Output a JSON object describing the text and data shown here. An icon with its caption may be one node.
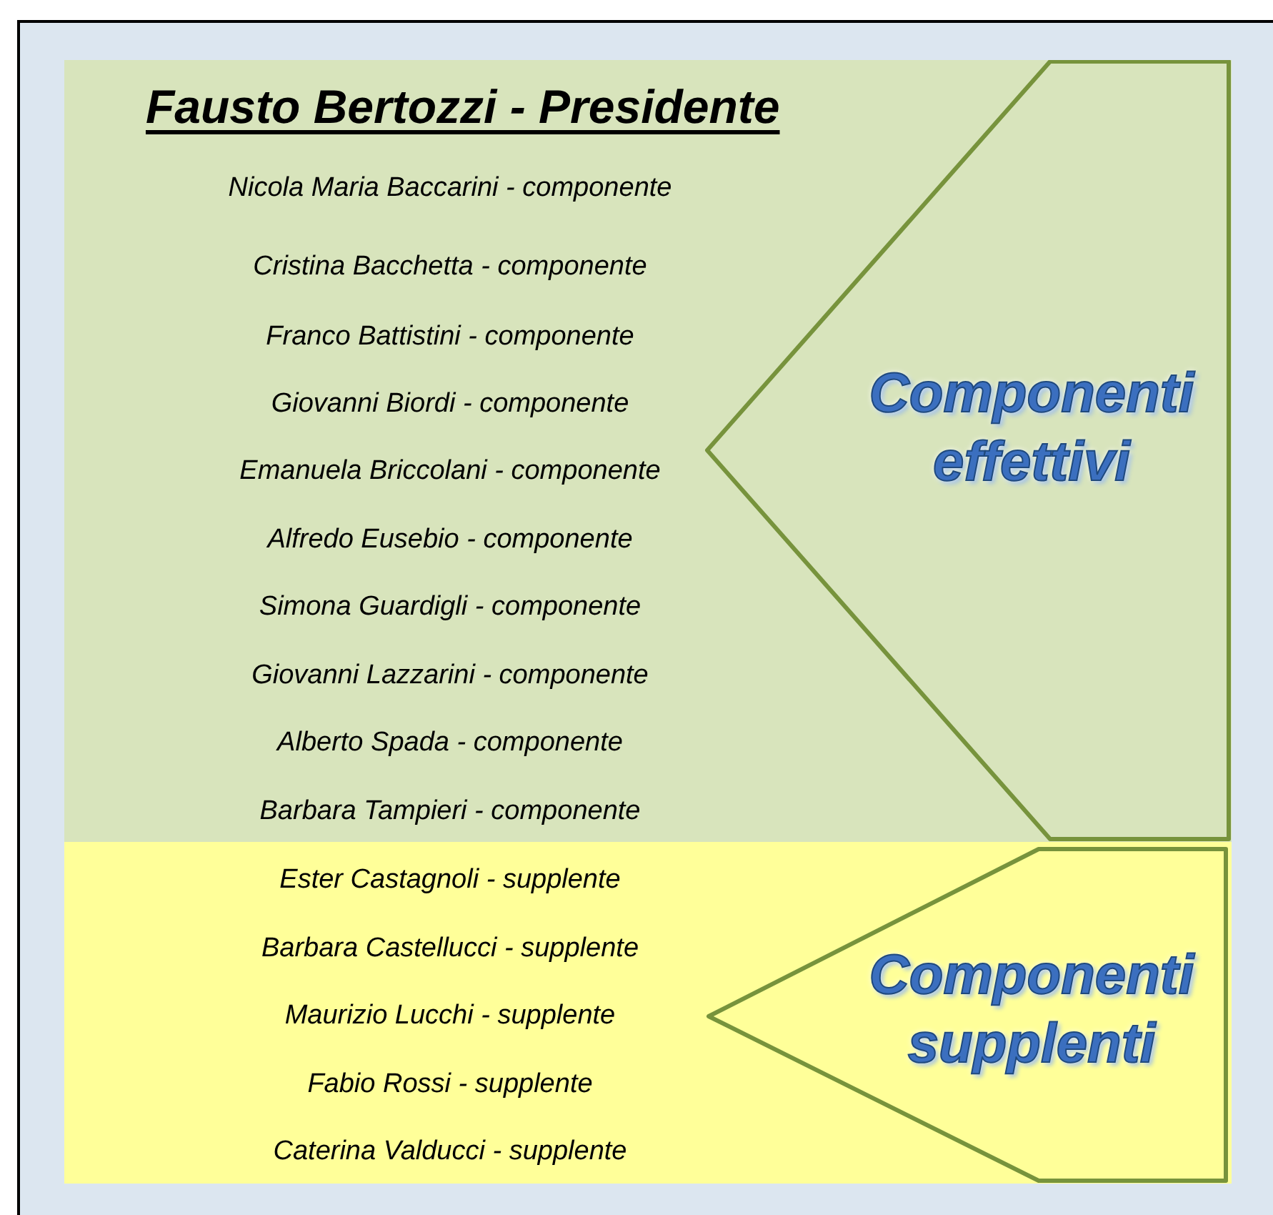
{
  "diagram": {
    "nodes": [
      {
        "text": [
          "Fausto Bertozzi - Presidente",
          "Nicola Maria Baccarini - componente",
          "Cristina Bacchetta - componente",
          "Franco Battistini - componente",
          "Giovanni Biordi - componente",
          "Emanuela Briccolani - componente",
          "Alfredo Eusebio - componente",
          "Simona Guardigli - componente",
          "Giovanni Lazzarini - componente",
          "Alberto Spada - componente",
          "Barbara Tampieri - componente"
        ]
      },
      {
        "text": [
          "Componenti effettivi"
        ],
        "in": 0
      },
      {
        "text": [
          "Ester Castagnoli - supplente",
          "Barbara Castellucci - supplente",
          "Maurizio Lucchi - supplente",
          "Fabio Rossi - supplente",
          "Caterina Valducci - supplente"
        ]
      },
      {
        "text": [
          "Componenti supplenti"
        ],
        "in": 2
      }
    ]
  }
}
